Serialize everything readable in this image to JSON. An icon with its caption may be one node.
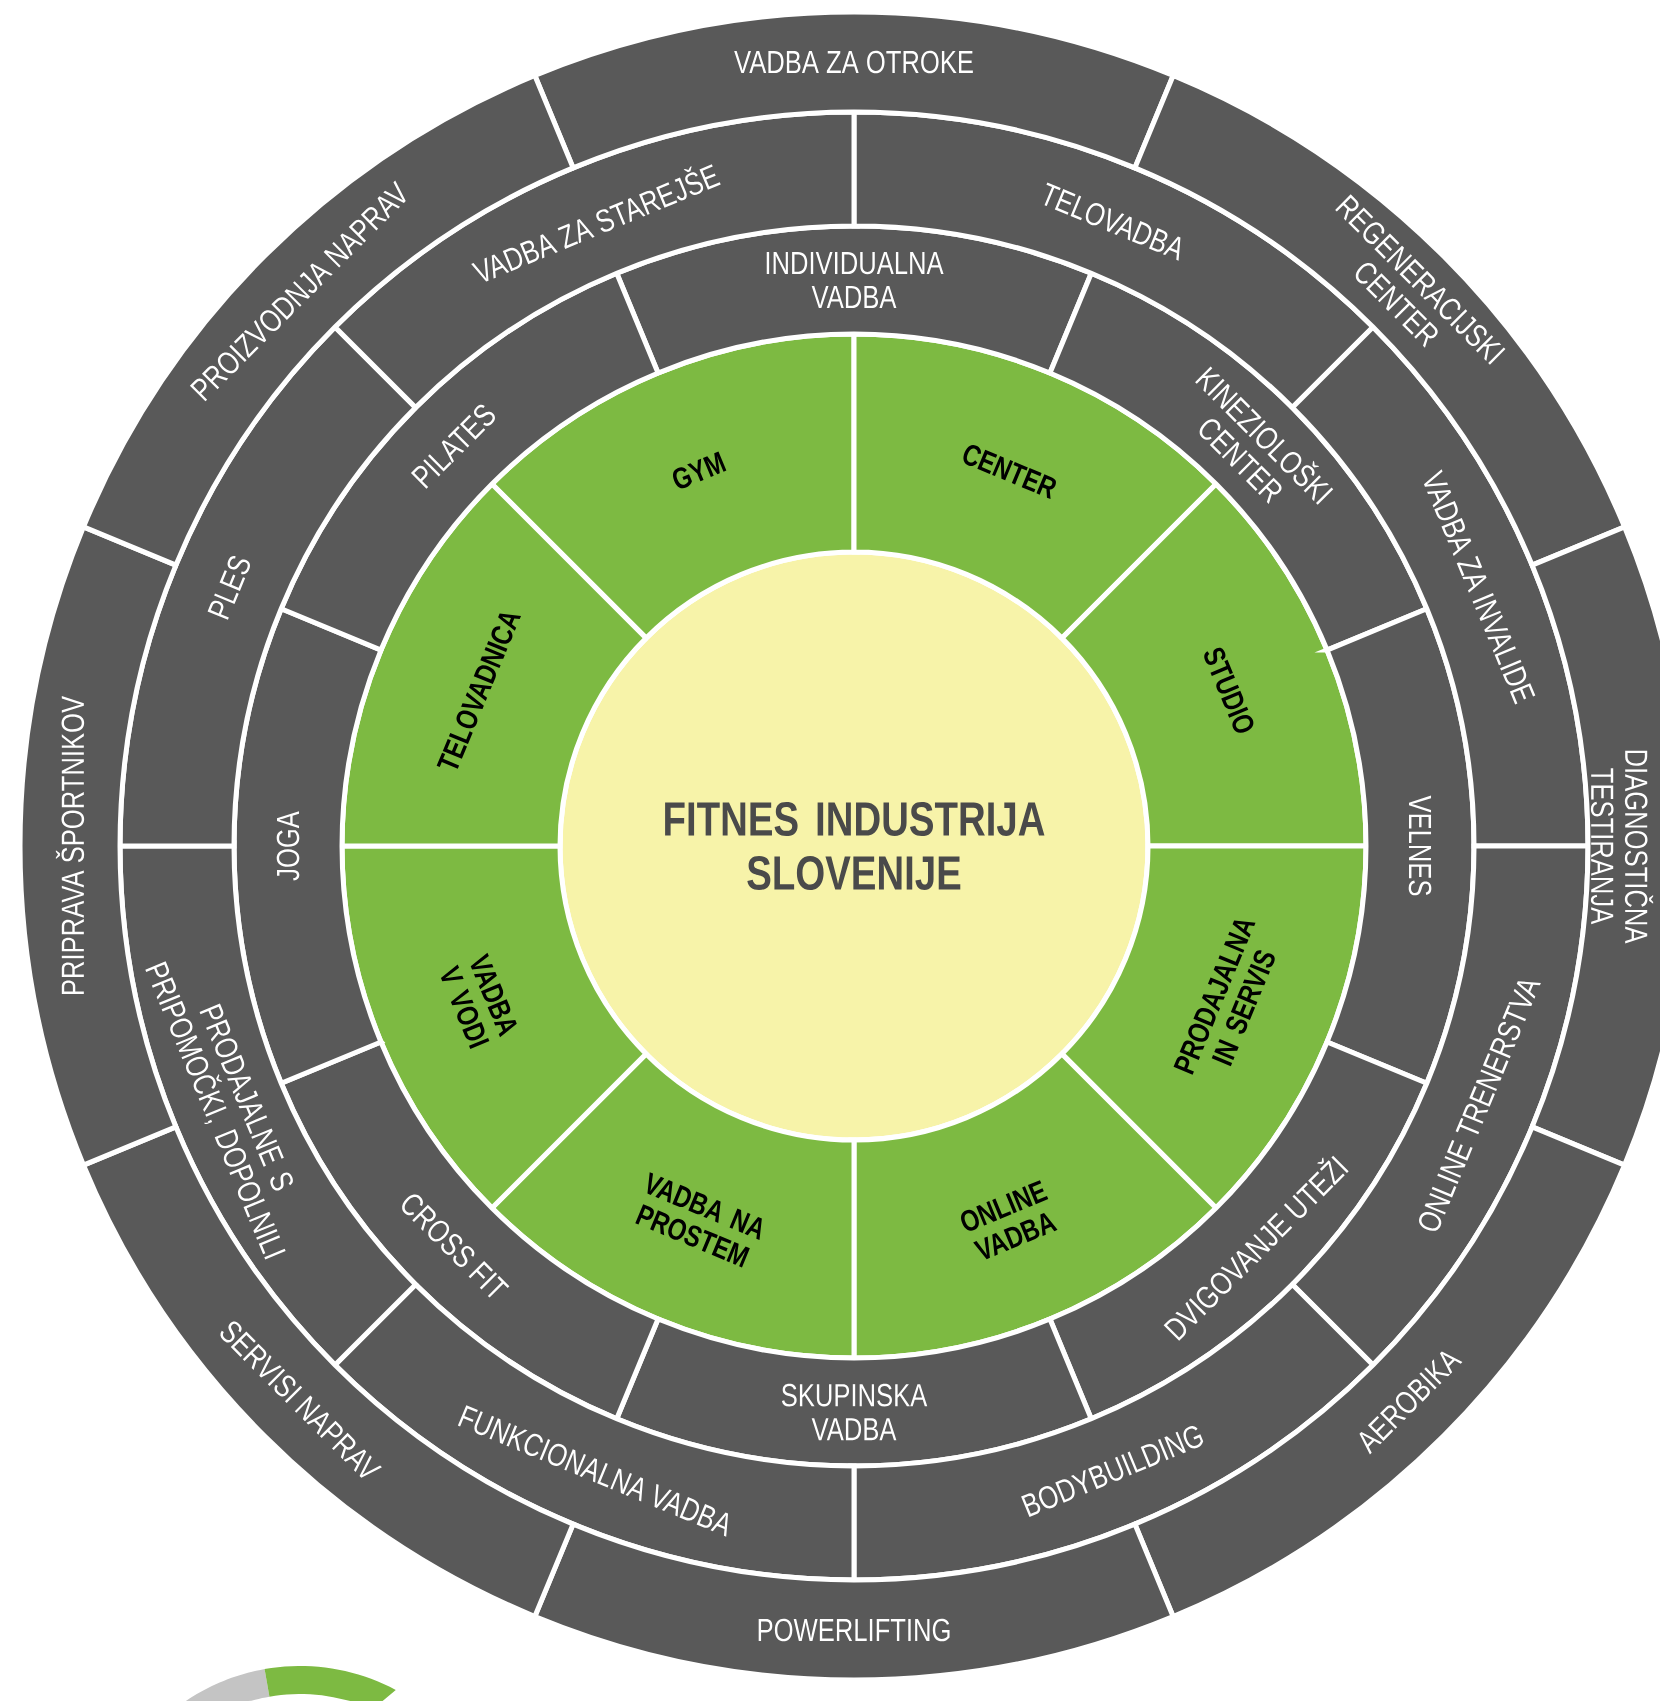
{
  "diagram": {
    "nodes": [
      {
        "text": [
          "FITNES INDUSTRIJA SLOVENIJE"
        ]
      },
      {
        "text": [
          "GYM"
        ]
      },
      {
        "text": [
          "CENTER"
        ]
      },
      {
        "text": [
          "STUDIO"
        ]
      },
      {
        "text": [
          "PRODAJALNA IN SERVIS"
        ]
      },
      {
        "text": [
          "ONLINE VADBA"
        ]
      },
      {
        "text": [
          "VADBA NA PROSTEM"
        ]
      },
      {
        "text": [
          "VADBA V VODI"
        ]
      },
      {
        "text": [
          "TELOVADNICA"
        ]
      },
      {
        "text": [
          "INDIVIDUALNA VADBA"
        ]
      },
      {
        "text": [
          "KINEZIOLOŠKI CENTER"
        ]
      },
      {
        "text": [
          "VELNES"
        ]
      },
      {
        "text": [
          "DVIGOVANJE UTEŽI"
        ]
      },
      {
        "text": [
          "SKUPINSKA VADBA"
        ]
      },
      {
        "text": [
          "CROSS FIT"
        ]
      },
      {
        "text": [
          "JOGA"
        ]
      },
      {
        "text": [
          "PILATES"
        ]
      },
      {
        "text": [
          "TELOVADBA"
        ]
      },
      {
        "text": [
          "VADBA ZA INVALIDE"
        ]
      },
      {
        "text": [
          "ONLINE TRENERSTVA"
        ]
      },
      {
        "text": [
          "BODYBUILDING"
        ]
      },
      {
        "text": [
          "FUNKCIONALNA VADBA"
        ]
      },
      {
        "text": [
          "PRODAJALNE S PRIPOMOČKI, DOPOLNILI"
        ]
      },
      {
        "text": [
          "PLES"
        ]
      },
      {
        "text": [
          "VADBA ZA STAREJŠE"
        ]
      },
      {
        "text": [
          "VADBA ZA OTROKE"
        ]
      },
      {
        "text": [
          "REGENERACIJSKI CENTER"
        ]
      },
      {
        "text": [
          "DIAGNOSTIČNA TESTIRANJA"
        ]
      },
      {
        "text": [
          "AEROBIKA"
        ]
      },
      {
        "text": [
          "POWERLIFTING"
        ]
      },
      {
        "text": [
          "SERVISI NAPRAV"
        ]
      },
      {
        "text": [
          "PRIPRAVA ŠPORTNIKOV"
        ]
      },
      {
        "text": [
          "PROIZVODNJA NAPRAV"
        ]
      }
    ]
  }
}
